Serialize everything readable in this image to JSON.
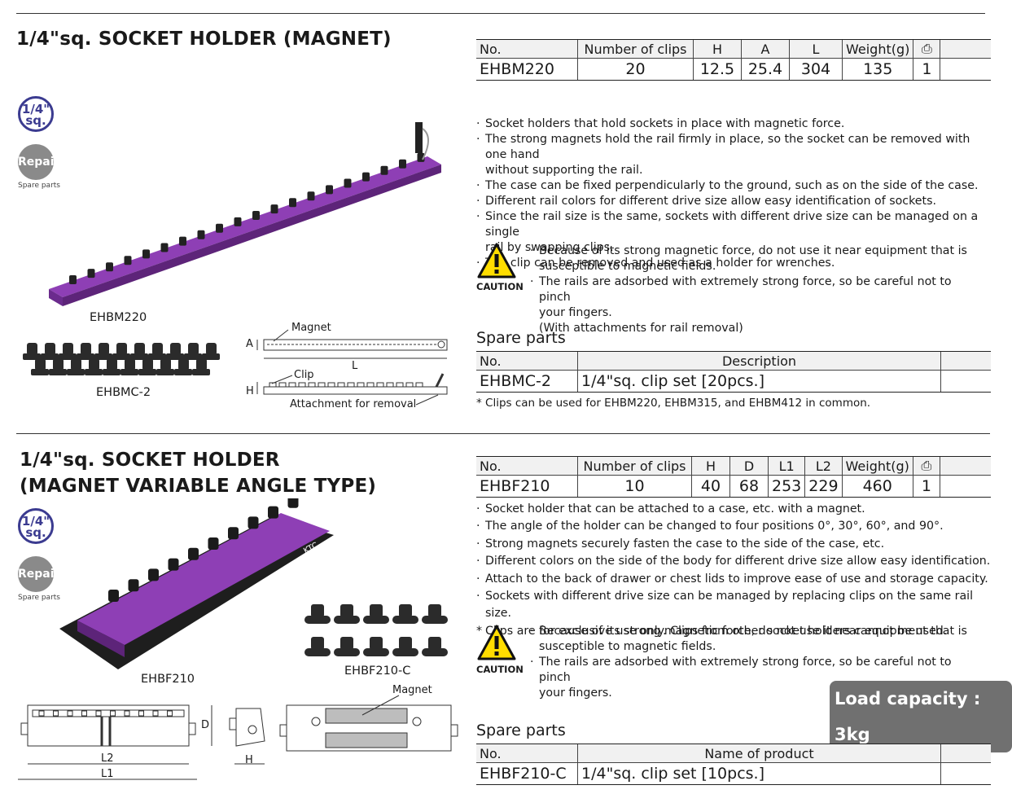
{
  "section1": {
    "title": "1/4\"sq. SOCKET HOLDER (MAGNET)",
    "badge_size": "1/4\"",
    "badge_size_sub": "sq.",
    "badge_repair": "Repair",
    "badge_repair_sub": "Spare parts",
    "spec_headers": [
      "No.",
      "Number of clips",
      "H",
      "A",
      "L",
      "Weight(g)",
      "⎙",
      ""
    ],
    "spec_values": [
      "EHBM220",
      "20",
      "12.5",
      "25.4",
      "304",
      "135",
      "1",
      ""
    ],
    "bullets": [
      "Socket holders that hold sockets in place with magnetic force.",
      "The strong magnets hold the rail firmly in place, so the socket can be removed with one hand",
      "without supporting the rail.",
      "The case can be fixed perpendicularly to the ground, such as on the side of the case.",
      "Different rail colors for different drive size allow easy identification of sockets.",
      "Since the rail size is the same, sockets with different drive size can be managed on a single",
      "rail by swapping clips.",
      "The clip can be removed and used as a holder for wrenches."
    ],
    "caution_label": "CAUTION",
    "caution": [
      "Because of its strong magnetic force, do not use it near equipment that is",
      "susceptible to magnetic fields.",
      "The rails are adsorbed with extremely strong force, so be careful not to pinch",
      "your fingers.",
      "(With attachments for rail removal)"
    ],
    "product_label": "EHBM220",
    "clips_label": "EHBMC-2",
    "diagram": {
      "magnet": "Magnet",
      "a": "A",
      "l": "L",
      "clip": "Clip",
      "h": "H",
      "attachment": "Attachment for removal"
    },
    "spare_title": "Spare parts",
    "spare_headers": [
      "No.",
      "Description",
      ""
    ],
    "spare_values": [
      "EHBMC-2",
      "1/4\"sq. clip set [20pcs.]",
      ""
    ],
    "note": "* Clips can be used for EHBM220, EHBM315, and EHBM412 in common."
  },
  "section2": {
    "title_line1": "1/4\"sq. SOCKET HOLDER",
    "title_line2": "(MAGNET VARIABLE ANGLE TYPE)",
    "badge_size": "1/4\"",
    "badge_size_sub": "sq.",
    "badge_repair": "Repair",
    "badge_repair_sub": "Spare parts",
    "spec_headers": [
      "No.",
      "Number of clips",
      "H",
      "D",
      "L1",
      "L2",
      "Weight(g)",
      "⎙",
      ""
    ],
    "spec_values": [
      "EHBF210",
      "10",
      "40",
      "68",
      "253",
      "229",
      "460",
      "1",
      ""
    ],
    "bullets": [
      "Socket holder that can be attached to a case, etc. with a magnet.",
      "The angle of the holder can be changed to four positions 0°, 30°, 60°, and 90°.",
      "Strong magnets securely fasten the case to the side of the case, etc.",
      "Different colors on the side of the body for different drive size allow easy identification.",
      "Attach to the back of drawer or chest lids to improve ease of use and storage capacity.",
      "Sockets with different drive size can be managed by replacing clips on the same rail size."
    ],
    "star_note": "Clips are for exclusive use only. Clips from other socket holders cannot be used.",
    "caution_label": "CAUTION",
    "caution": [
      "Because of its strong magnetic force, do not use it near equipment that is",
      "susceptible to magnetic fields.",
      "The rails are adsorbed with extremely strong force, so be careful not to pinch",
      "your fingers."
    ],
    "load_capacity": "Load capacity : 3kg",
    "product_label": "EHBF210",
    "clips_label": "EHBF210-C",
    "diagram": {
      "magnet": "Magnet",
      "l1": "L1",
      "l2": "L2",
      "d": "D",
      "h": "H"
    },
    "spare_title": "Spare parts",
    "spare_headers": [
      "No.",
      "Name of product",
      ""
    ],
    "spare_values": [
      "EHBF210-C",
      "1/4\"sq. clip set [10pcs.]",
      ""
    ]
  }
}
